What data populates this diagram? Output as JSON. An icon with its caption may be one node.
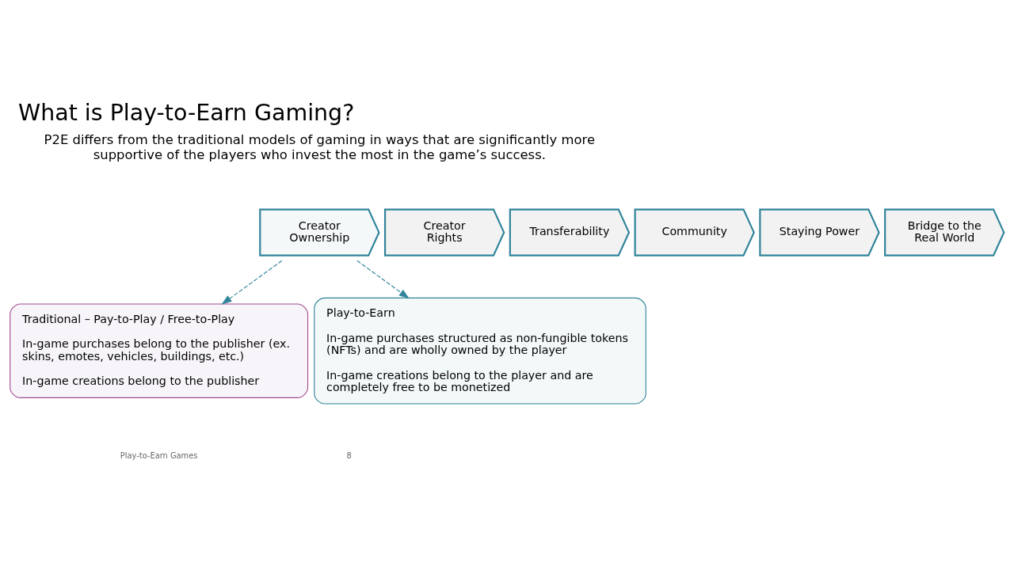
{
  "diagram": {
    "title": "What is Play-to-Earn Gaming?",
    "nodes": [
      {
        "text": [
          "Creator Ownership"
        ]
      },
      {
        "text": [
          "Creator Rights"
        ]
      },
      {
        "text": [
          "Transferability"
        ]
      },
      {
        "text": [
          "Community"
        ]
      },
      {
        "text": [
          "Staying Power"
        ]
      },
      {
        "text": [
          "Bridge to the Real World"
        ]
      },
      {
        "text": [
          "Traditional – Pay-to-Play / Free-to-Play",
          "In-game purchases belong to the publisher (ex. skins, emotes, vehicles, buildings, etc.)",
          "In-game creations belong to the publisher"
        ]
      },
      {
        "text": [
          "Play-to-Earn",
          "In-game purchases structured as non-fungible tokens (NFTs) and are wholly owned by the player",
          "In-game creations belong to the player and are completely free to be monetized"
        ]
      }
    ],
    "edges": [
      {
        "from": 0,
        "to": 6,
        "arrow": "to",
        "style": "dashed"
      },
      {
        "from": 0,
        "to": 7,
        "arrow": "to",
        "style": "dashed"
      }
    ],
    "labels": [
      "P2E differs from the traditional models of gaming in ways that are significantly more supportive of the players who invest the most in the game’s success.",
      "Play-to-Earn Games",
      "8"
    ]
  }
}
